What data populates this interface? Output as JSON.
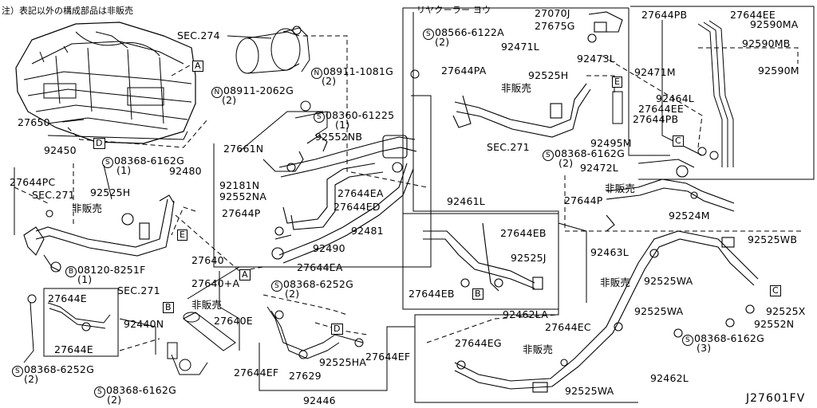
{
  "note": "注）表記以外の構成部品は非販売",
  "diagram_code": "J27601FV",
  "rear_cooler_title": "リヤクーラー ヨウ",
  "not_sold": "非販売",
  "sec": {
    "s274": "SEC.274",
    "s271a": "SEC.271",
    "s271b": "SEC.271",
    "s271c": "SEC.271"
  },
  "bolts": {
    "b1": {
      "sym": "S",
      "code": "08566-6122A",
      "qty": "(2)"
    },
    "b2": {
      "sym": "N",
      "code": "08911-1081G",
      "qty": "(2)"
    },
    "b3": {
      "sym": "N",
      "code": "08911-2062G",
      "qty": "(2)"
    },
    "b4": {
      "sym": "S",
      "code": "08360-61225",
      "qty": "(1)"
    },
    "b5": {
      "sym": "S",
      "code": "08368-6162G",
      "qty": "(1)"
    },
    "b6": {
      "sym": "B",
      "code": "08120-8251F",
      "qty": "(1)"
    },
    "b7": {
      "sym": "S",
      "code": "08368-6252G",
      "qty": "(2)"
    },
    "b8": {
      "sym": "S",
      "code": "08368-6252G",
      "qty": "(2)"
    },
    "b9": {
      "sym": "S",
      "code": "08368-6162G",
      "qty": "(2)"
    },
    "b10": {
      "sym": "S",
      "code": "08368-6162G",
      "qty": "(2)"
    },
    "b11": {
      "sym": "S",
      "code": "08368-6162G",
      "qty": "(3)"
    }
  },
  "parts": {
    "p27650": "27650",
    "p92450": "92450",
    "p27644PC": "27644PC",
    "p92525H_l": "92525H",
    "p27661N": "27661N",
    "p92552NB": "92552NB",
    "p92480": "92480",
    "p92181N": "92181N",
    "p92552NA": "92552NA",
    "p27644EA_1": "27644EA",
    "p27644ED": "27644ED",
    "p27644P_l": "27644P",
    "p92481": "92481",
    "p92490": "92490",
    "p27644EA_2": "27644EA",
    "p27640": "27640",
    "p27640A": "27640+A",
    "p27640E": "27640E",
    "p27644E_1": "27644E",
    "p92440N": "92440N",
    "p27644E_2": "27644E",
    "p27644EF_1": "27644EF",
    "p92525HA": "92525HA",
    "p27644EF_2": "27644EF",
    "p27629": "27629",
    "p92446": "92446",
    "p27070J": "27070J",
    "p27675G": "27675G",
    "p92471L": "92471L",
    "p92473L": "92473L",
    "p27644PA": "27644PA",
    "p92525H_r": "92525H",
    "p92495M": "92495M",
    "p27644PB_1": "27644PB",
    "p27644EE_1": "27644EE",
    "p92590MA": "92590MA",
    "p92590MB": "92590MB",
    "p92471M": "92471M",
    "p92590M": "92590M",
    "p92464L": "92464L",
    "p27644EE_2": "27644EE",
    "p27644PB_2": "27644PB",
    "p92472L": "92472L",
    "p27644P_r": "27644P",
    "p92524M": "92524M",
    "p92461L": "92461L",
    "p27644EB_1": "27644EB",
    "p92525J": "92525J",
    "p27644EB_2": "27644EB",
    "p92463L": "92463L",
    "p92525WB": "92525WB",
    "p92525WA_1": "92525WA",
    "p92525WA_2": "92525WA",
    "p92525X": "92525X",
    "p92552N": "92552N",
    "p92462LA": "92462LA",
    "p27644EC": "27644EC",
    "p27644EG": "27644EG",
    "p92525WA_3": "92525WA",
    "p92462L": "92462L"
  },
  "refs": {
    "A1": "A",
    "A2": "A",
    "B1": "B",
    "B2": "B",
    "C1": "C",
    "C2": "C",
    "D1": "D",
    "D2": "D",
    "E1": "E",
    "E2": "E"
  }
}
